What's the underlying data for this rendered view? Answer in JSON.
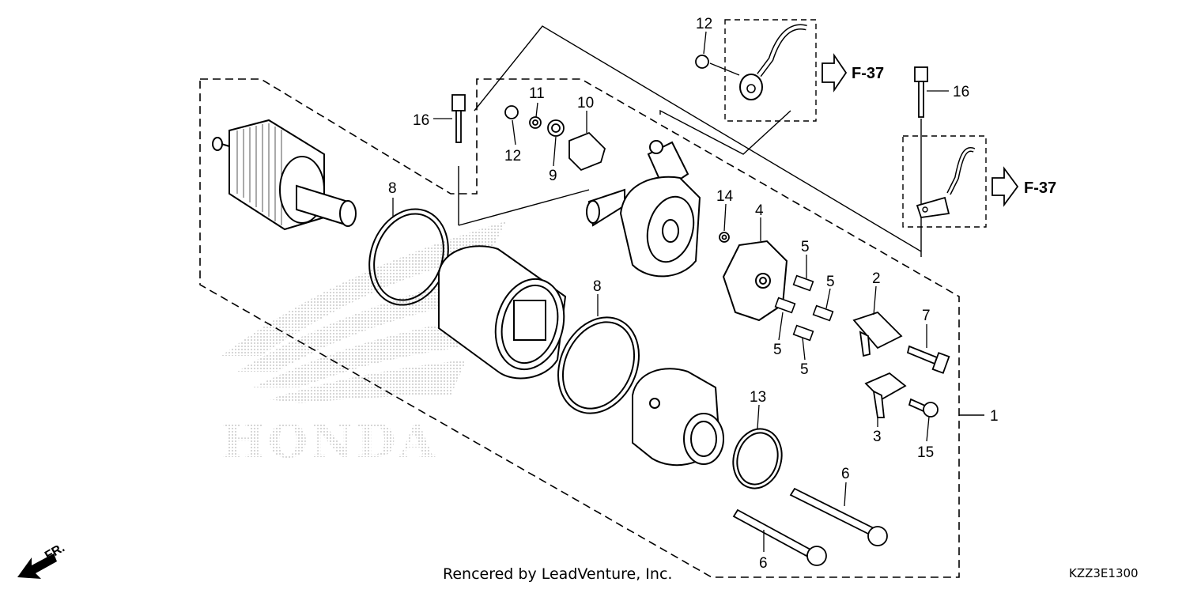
{
  "callouts": {
    "c1": "1",
    "c2": "2",
    "c3": "3",
    "c4": "4",
    "c5a": "5",
    "c5b": "5",
    "c5c": "5",
    "c5d": "5",
    "c6a": "6",
    "c6b": "6",
    "c7": "7",
    "c8a": "8",
    "c8b": "8",
    "c9": "9",
    "c10": "10",
    "c11": "11",
    "c12a": "12",
    "c12b": "12",
    "c13": "13",
    "c14": "14",
    "c15": "15",
    "c16a": "16",
    "c16b": "16"
  },
  "references": {
    "ref_top": "F-37",
    "ref_right": "F-37"
  },
  "front_label": "FR.",
  "watermark": "HONDA",
  "footer": {
    "credit": "Rencered by LeadVenture, Inc.",
    "code": "KZZ3E1300"
  },
  "colors": {
    "line": "#000000",
    "watermark": "#c8c8c8",
    "background": "#ffffff"
  }
}
